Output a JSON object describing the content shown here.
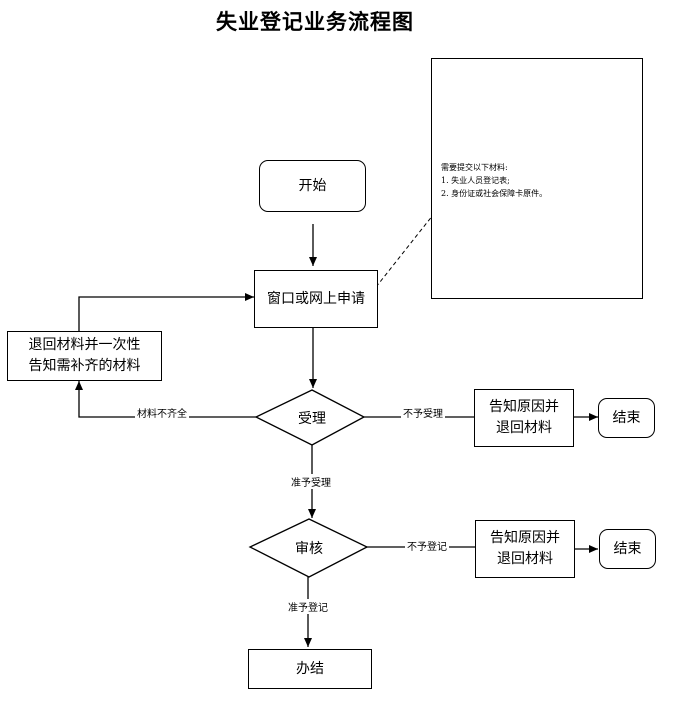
{
  "title": "失业登记业务流程图",
  "nodes": {
    "start": "开始",
    "apply": "窗口或网上申请",
    "return_materials": [
      "退回材料并一次性",
      "告知需补齐的材料"
    ],
    "accept": "受理",
    "notify_reject_1": [
      "告知原因并",
      "退回材料"
    ],
    "end_1": "结束",
    "review": "审核",
    "notify_reject_2": [
      "告知原因并",
      "退回材料"
    ],
    "end_2": "结束",
    "complete": "办结"
  },
  "edge_labels": {
    "incomplete": "材料不齐全",
    "not_accepted": "不予受理",
    "accepted": "准予受理",
    "not_registered": "不予登记",
    "registered": "准予登记"
  },
  "note": {
    "heading": "需要提交以下材料:",
    "items": [
      "1.  失业人员登记表;",
      "2.  身份证或社会保障卡原件。"
    ]
  }
}
